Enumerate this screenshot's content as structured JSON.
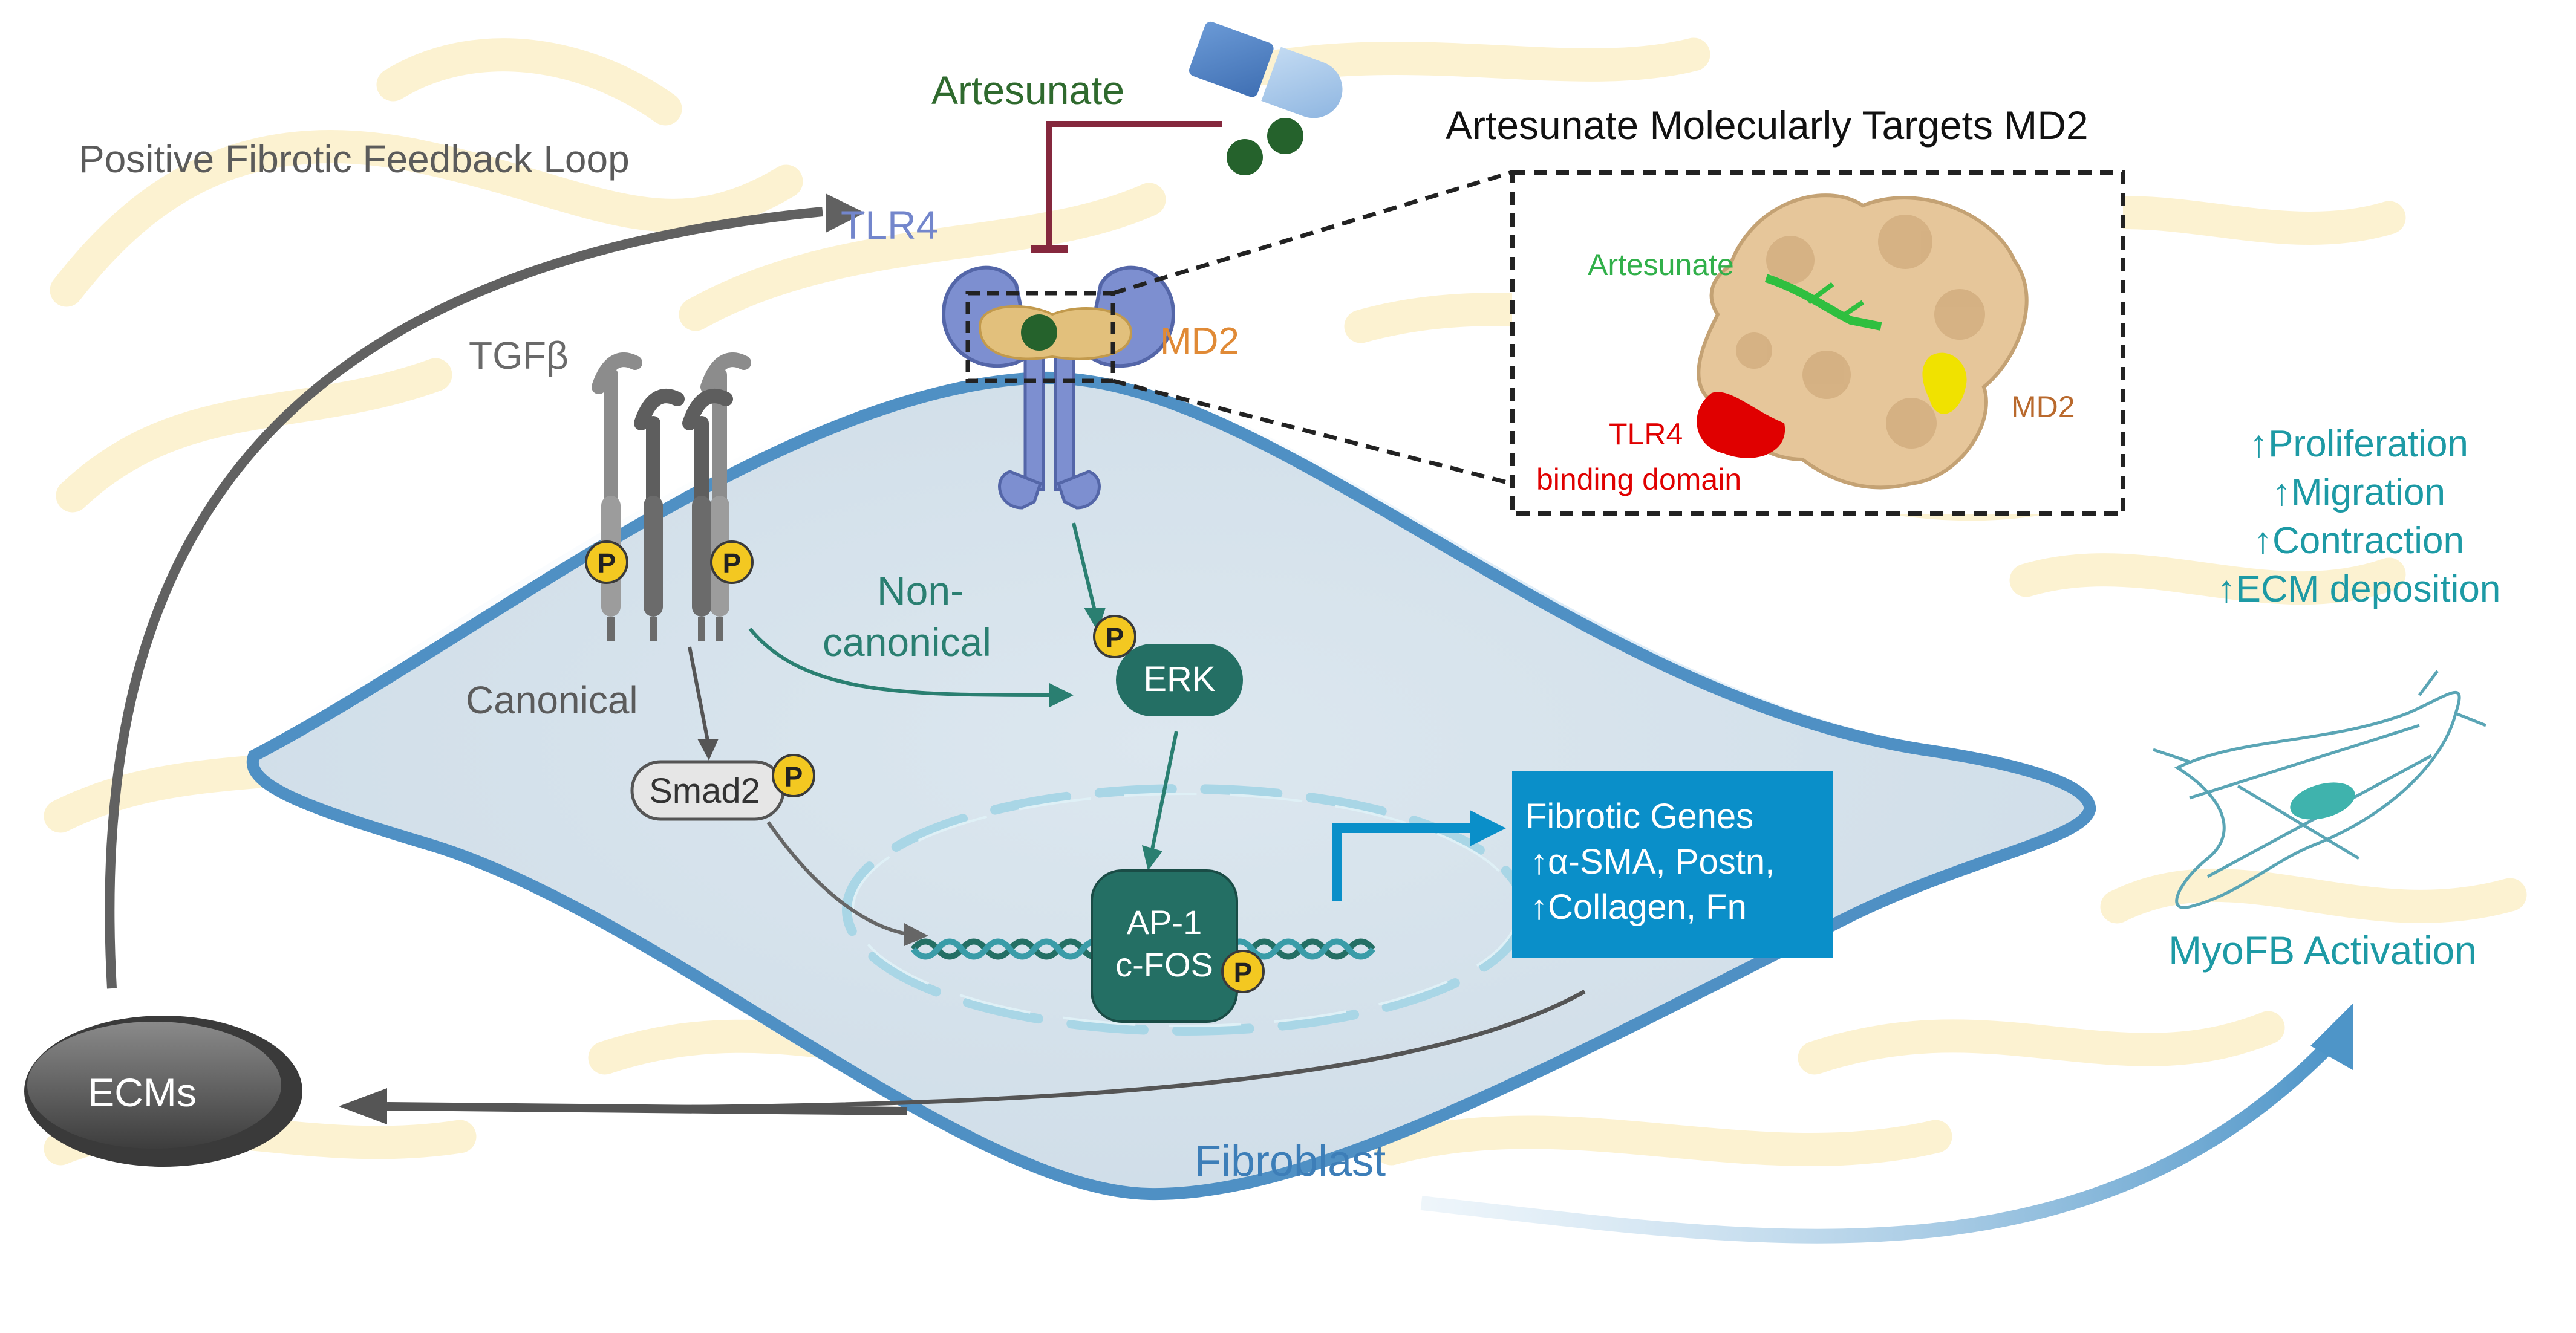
{
  "labels": {
    "feedback_loop": "Positive Fibrotic Feedback Loop",
    "tlr4": "TLR4",
    "artesunate": "Artesunate",
    "inset_title": "Artesunate Molecularly Targets MD2",
    "md2": "MD2",
    "tgfb": "TGFβ",
    "non_canonical_1": "Non-",
    "non_canonical_2": "canonical",
    "canonical": "Canonical",
    "erk": "ERK",
    "smad2": "Smad2",
    "ap1_1": "AP-1",
    "ap1_2": "c-FOS",
    "phospho": "P",
    "ecms": "ECMs",
    "fibroblast": "Fibroblast",
    "myofb": "MyoFB Activation"
  },
  "inset": {
    "artesunate": "Artesunate",
    "md2": "MD2",
    "tlr4_1": "TLR4",
    "tlr4_2": "binding domain"
  },
  "fibrotic_genes": {
    "title": "Fibrotic Genes",
    "line1": "↑α-SMA, Postn,",
    "line2": "↑Collagen, Fn"
  },
  "effects": [
    "↑Proliferation",
    "↑Migration",
    "↑Contraction",
    "↑ECM deposition"
  ],
  "colors": {
    "teal": "#1d9aa5",
    "dark_teal": "#246f64",
    "blue_membrane": "#4f90c4",
    "receptor_blue": "#7d8fd0",
    "md2_tan": "#e2c07c",
    "green_drug": "#25622c",
    "inhibit": "#85283d",
    "genes_box": "#0a8fc9",
    "phospho_yellow": "#f3c821"
  }
}
